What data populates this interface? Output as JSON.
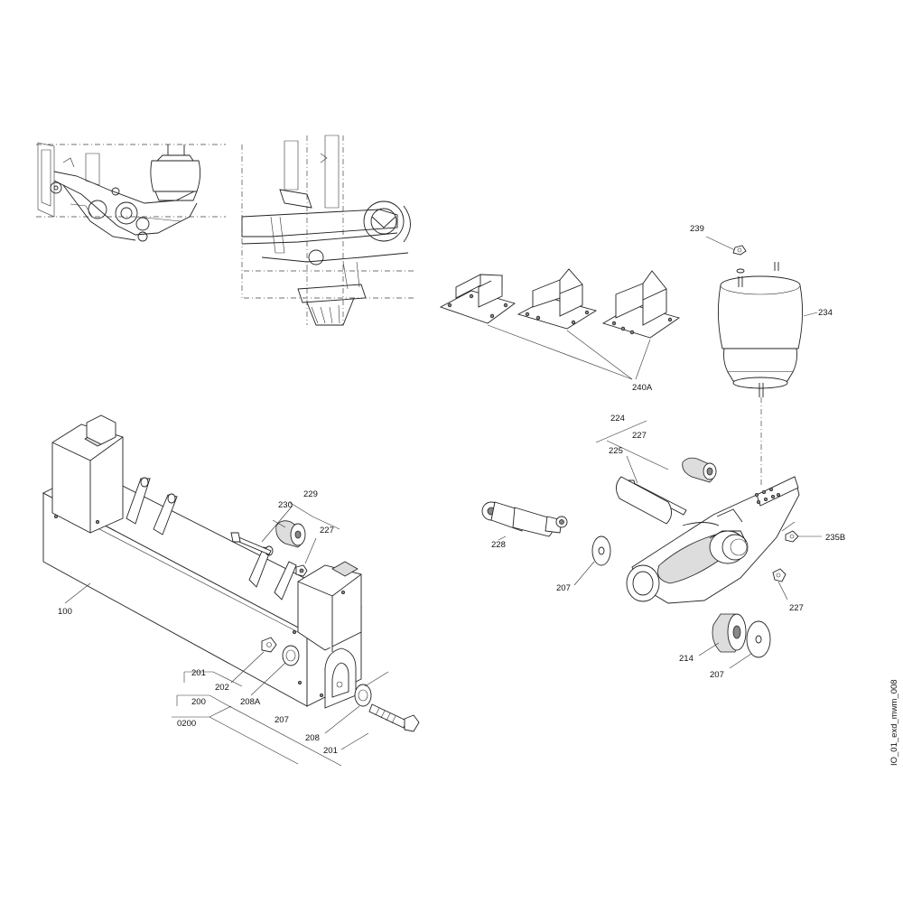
{
  "doc_id": "IO_01_exd_mwm_008",
  "callouts": [
    {
      "id": "239",
      "text": "239"
    },
    {
      "id": "234",
      "text": "234"
    },
    {
      "id": "240A",
      "text": "240A"
    },
    {
      "id": "224",
      "text": "224"
    },
    {
      "id": "227a",
      "text": "227"
    },
    {
      "id": "225",
      "text": "225"
    },
    {
      "id": "235B",
      "text": "235B"
    },
    {
      "id": "228",
      "text": "228"
    },
    {
      "id": "207a",
      "text": "207"
    },
    {
      "id": "227b",
      "text": "227"
    },
    {
      "id": "214",
      "text": "214"
    },
    {
      "id": "207b",
      "text": "207"
    },
    {
      "id": "229",
      "text": "229"
    },
    {
      "id": "230",
      "text": "230"
    },
    {
      "id": "227c",
      "text": "227"
    },
    {
      "id": "100",
      "text": "100"
    },
    {
      "id": "201a",
      "text": "201"
    },
    {
      "id": "202",
      "text": "202"
    },
    {
      "id": "200",
      "text": "200"
    },
    {
      "id": "208A",
      "text": "208A"
    },
    {
      "id": "0200",
      "text": "0200"
    },
    {
      "id": "207c",
      "text": "207"
    },
    {
      "id": "208",
      "text": "208"
    },
    {
      "id": "201b",
      "text": "201"
    }
  ]
}
